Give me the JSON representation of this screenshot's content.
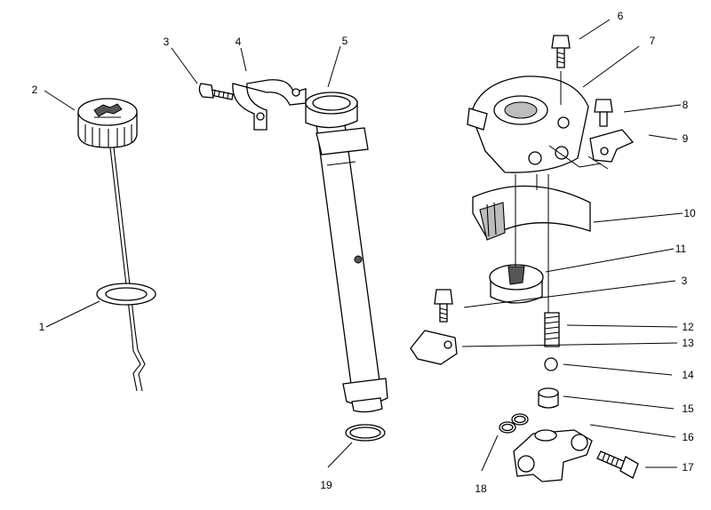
{
  "callouts": [
    {
      "id": "c1",
      "label": "1"
    },
    {
      "id": "c2",
      "label": "2"
    },
    {
      "id": "c3a",
      "label": "3"
    },
    {
      "id": "c4",
      "label": "4"
    },
    {
      "id": "c5",
      "label": "5"
    },
    {
      "id": "c6",
      "label": "6"
    },
    {
      "id": "c7",
      "label": "7"
    },
    {
      "id": "c8",
      "label": "8"
    },
    {
      "id": "c9",
      "label": "9"
    },
    {
      "id": "c10",
      "label": "10"
    },
    {
      "id": "c11",
      "label": "11"
    },
    {
      "id": "c3b",
      "label": "3"
    },
    {
      "id": "c12",
      "label": "12"
    },
    {
      "id": "c13",
      "label": "13"
    },
    {
      "id": "c14",
      "label": "14"
    },
    {
      "id": "c15",
      "label": "15"
    },
    {
      "id": "c16",
      "label": "16"
    },
    {
      "id": "c17",
      "label": "17"
    },
    {
      "id": "c18",
      "label": "18"
    },
    {
      "id": "c19",
      "label": "19"
    }
  ]
}
